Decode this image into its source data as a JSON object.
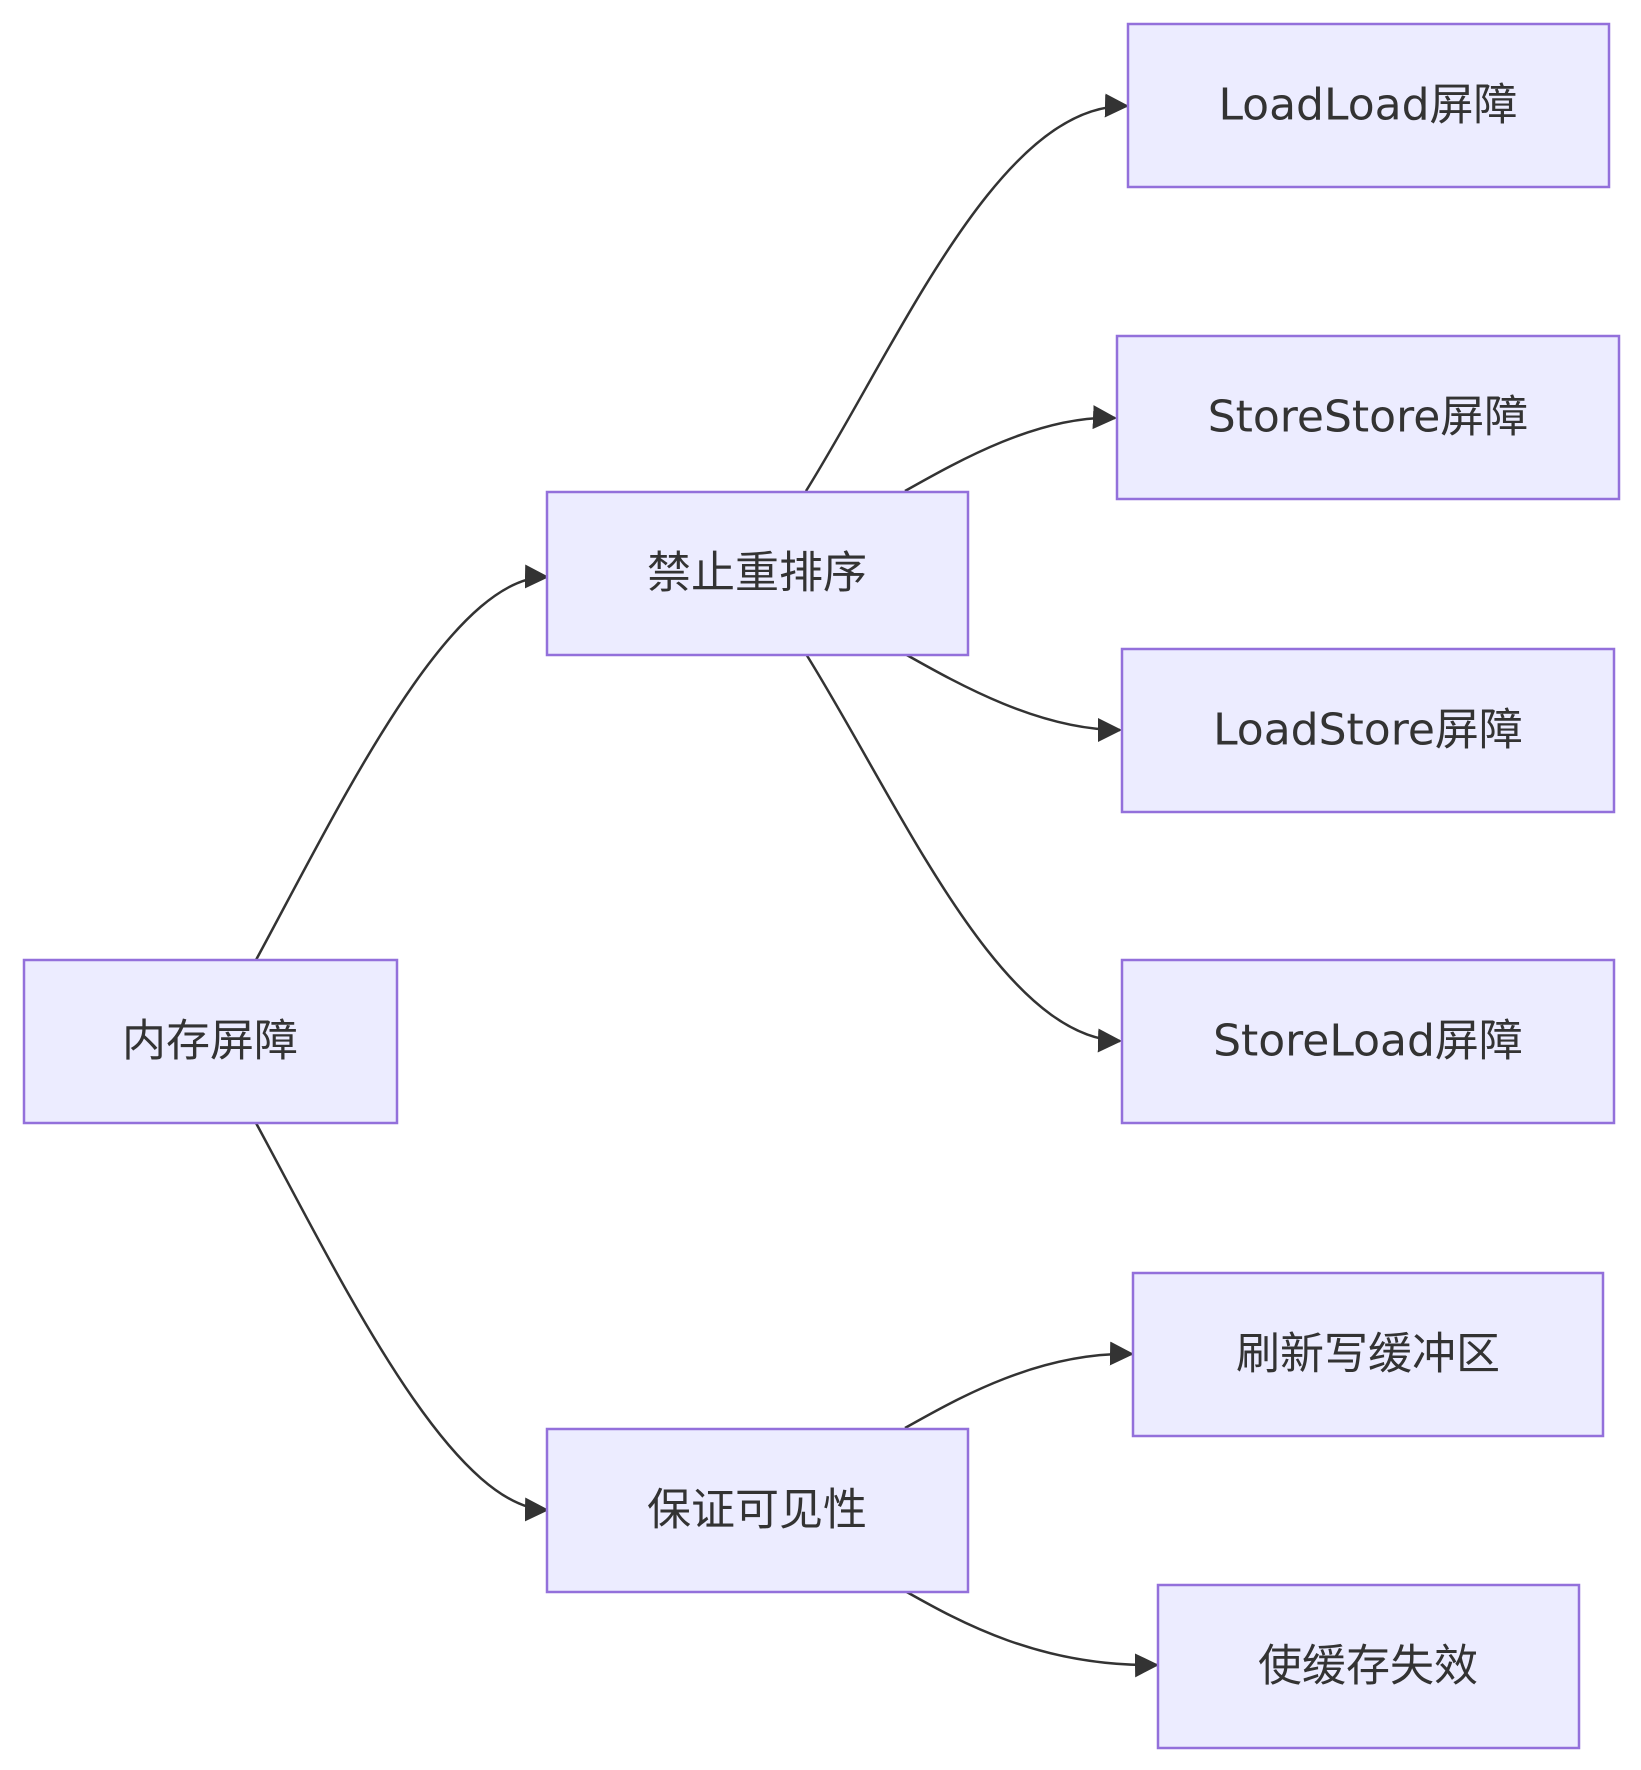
{
  "diagram": {
    "type": "flowchart-left-to-right",
    "nodes": {
      "root": "内存屏障",
      "reorder": "禁止重排序",
      "visibility": "保证可见性",
      "loadload": "LoadLoad屏障",
      "storestore": "StoreStore屏障",
      "loadstore": "LoadStore屏障",
      "storeload": "StoreLoad屏障",
      "flush": "刷新写缓冲区",
      "invalidate": "使缓存失效"
    },
    "edges": [
      {
        "from": "内存屏障",
        "to": "禁止重排序"
      },
      {
        "from": "内存屏障",
        "to": "保证可见性"
      },
      {
        "from": "禁止重排序",
        "to": "LoadLoad屏障"
      },
      {
        "from": "禁止重排序",
        "to": "StoreStore屏障"
      },
      {
        "from": "禁止重排序",
        "to": "LoadStore屏障"
      },
      {
        "from": "禁止重排序",
        "to": "StoreLoad屏障"
      },
      {
        "from": "保证可见性",
        "to": "刷新写缓冲区"
      },
      {
        "from": "保证可见性",
        "to": "使缓存失效"
      }
    ],
    "colors": {
      "node_fill": "#ececff",
      "node_border": "#9370db",
      "edge": "#333333",
      "text": "#333333"
    }
  }
}
